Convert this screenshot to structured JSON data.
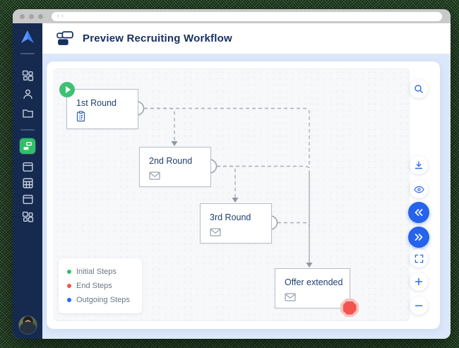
{
  "browser": {
    "traffic_lights": 3,
    "url_value": "",
    "nav_back_icon": "‹",
    "nav_forward_icon": "›"
  },
  "header": {
    "title": "Preview Recruiting Workflow",
    "icon": "workflow-icon"
  },
  "sidebar": {
    "logo": "arrow-logo",
    "items": [
      {
        "name": "dashboard",
        "icon": "apps-grid-icon",
        "active": false
      },
      {
        "name": "people",
        "icon": "user-icon",
        "active": false
      },
      {
        "name": "files",
        "icon": "folder-icon",
        "active": false
      },
      {
        "name": "workflows",
        "icon": "workflow-icon",
        "active": true,
        "active_color": "#2ec069"
      },
      {
        "name": "card-view",
        "icon": "card-icon",
        "active": false
      },
      {
        "name": "table-view",
        "icon": "table-icon",
        "active": false
      },
      {
        "name": "board-view",
        "icon": "card-icon",
        "active": false
      },
      {
        "name": "components",
        "icon": "apps-grid-icon",
        "active": false
      }
    ],
    "avatar": "user-avatar"
  },
  "workflow": {
    "nodes": [
      {
        "label": "1st Round",
        "icon": "document-icon",
        "badge": "start"
      },
      {
        "label": "2nd Round",
        "icon": "mail-icon",
        "badge": ""
      },
      {
        "label": "3rd Round",
        "icon": "mail-icon",
        "badge": ""
      },
      {
        "label": "Offer extended",
        "icon": "mail-icon",
        "badge": "end"
      }
    ],
    "edges": [
      {
        "from": "1st Round",
        "to": "2nd Round"
      },
      {
        "from": "1st Round",
        "to": "Offer extended"
      },
      {
        "from": "2nd Round",
        "to": "3rd Round"
      },
      {
        "from": "2nd Round",
        "to": "Offer extended"
      },
      {
        "from": "3rd Round",
        "to": "Offer extended"
      }
    ],
    "legend": [
      {
        "label": "Initial Steps",
        "color": "#2fbe6e"
      },
      {
        "label": "End Steps",
        "color": "#f0544c"
      },
      {
        "label": "Outgoing Steps",
        "color": "#1f6bff"
      }
    ]
  },
  "toolbar": {
    "buttons": [
      "search",
      "download",
      "preview",
      "collapse",
      "expand",
      "fullscreen",
      "zoom-in",
      "zoom-out"
    ]
  },
  "colors": {
    "accent_blue": "#2563eb",
    "sidebar_navy": "#152a4e",
    "title_navy": "#16305f",
    "start_green": "#3ec173",
    "end_red": "#f4544e",
    "page_blue": "#dbe7fa"
  }
}
